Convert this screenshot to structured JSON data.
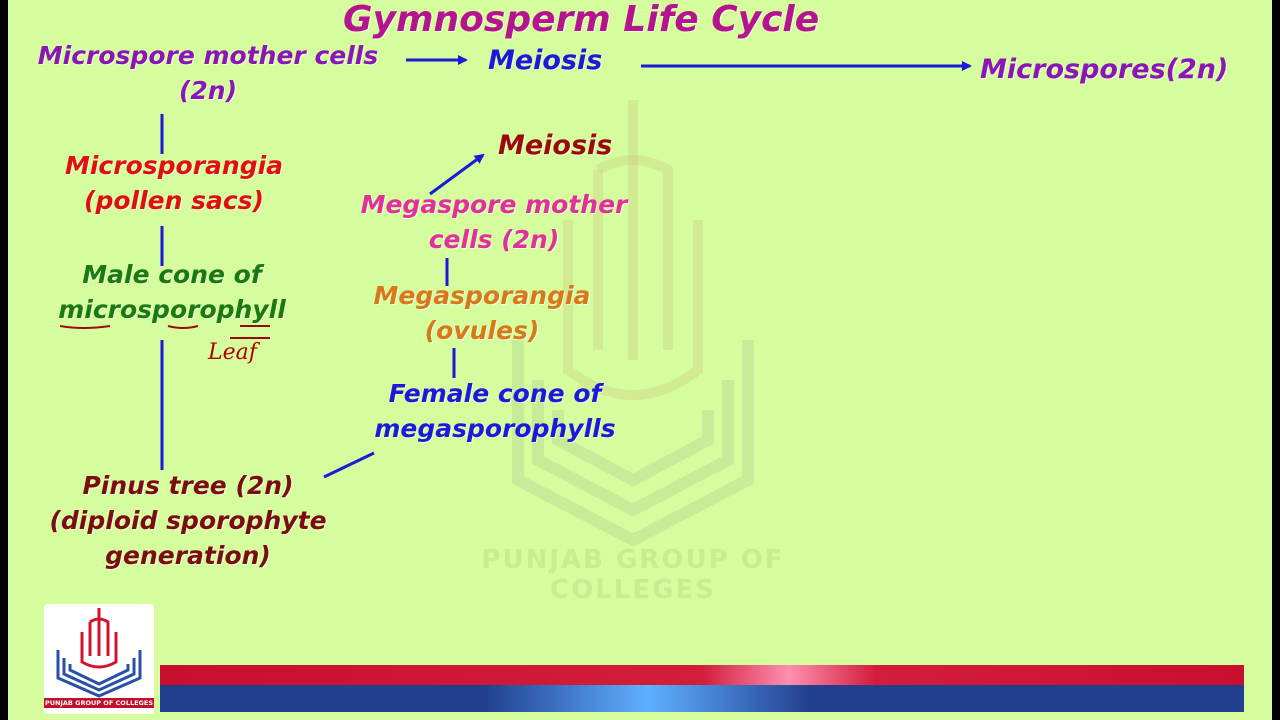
{
  "title": "Gymnosperm Life Cycle",
  "nodes": {
    "microspore_mother_cells": {
      "line1": "Microspore mother cells",
      "line2": "(2n)"
    },
    "meiosis_top": "Meiosis",
    "microspores": "Microspores(2n)",
    "microsporangia": {
      "line1": "Microsporangia",
      "line2": "(pollen sacs)"
    },
    "male_cone": {
      "line1": "Male cone of",
      "line2": "microsporophyll"
    },
    "handwritten_note": "Leaf",
    "pinus_tree": {
      "line1": "Pinus tree (2n)",
      "line2": "(diploid sporophyte",
      "line3": "generation)"
    },
    "meiosis_mid": "Meiosis",
    "megaspore_mother_cells": {
      "line1": "Megaspore mother",
      "line2": "cells (2n)"
    },
    "megasporangia": {
      "line1": "Megasporangia",
      "line2": "(ovules)"
    },
    "female_cone": {
      "line1": "Female cone of",
      "line2": "megasporophylls"
    }
  },
  "logo": {
    "text": "PUNJAB GROUP OF COLLEGES"
  },
  "watermark": {
    "text": "PUNJAB GROUP OF COLLEGES"
  },
  "colors": {
    "background": "#d5fd9e",
    "title": "#b5148f",
    "purple": "#8a16b5",
    "blue": "#1a1ad8",
    "red": "#e01010",
    "green": "#1a7a10",
    "maroon": "#7a0d10",
    "pink": "#e0309a",
    "orange": "#d8781a",
    "dark_red": "#9a0a0a",
    "bar_red": "#c8102e",
    "bar_blue": "#223f8f"
  }
}
